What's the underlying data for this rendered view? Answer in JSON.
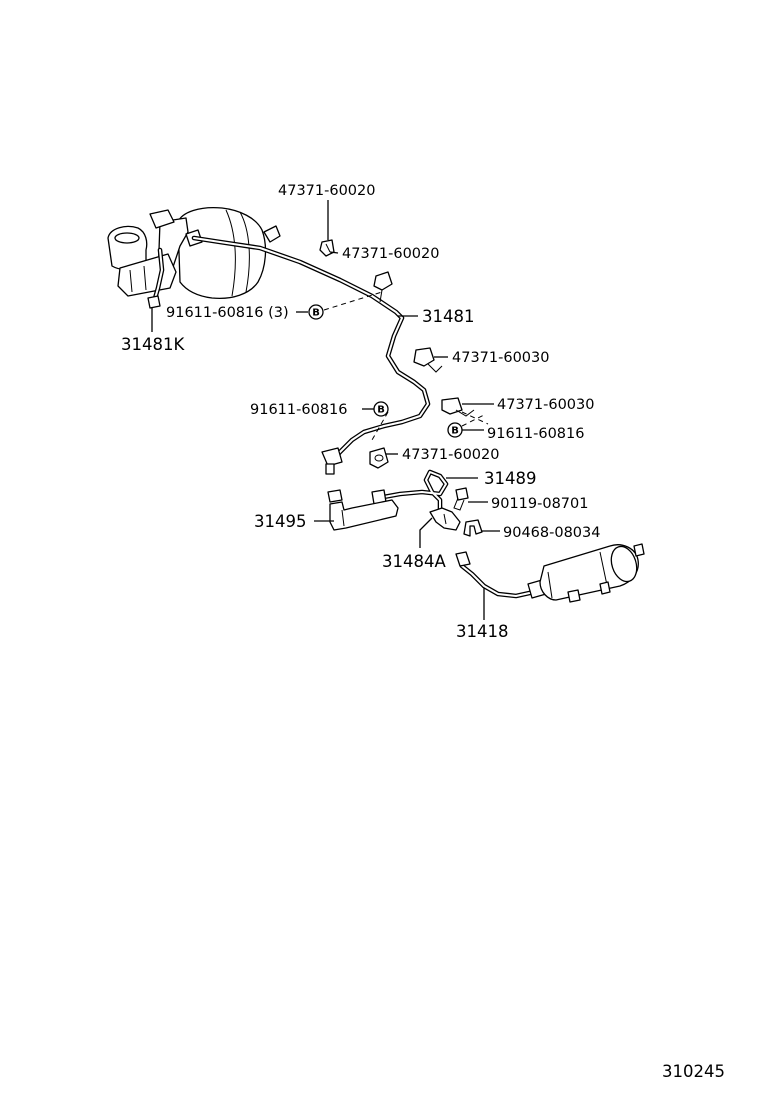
{
  "figure_id": "310245",
  "callouts": {
    "clamp_top": "47371-60020",
    "clamp_upper": "47371-60020",
    "bolt_left": "91611-60816 (3)",
    "tube_main": "31481",
    "tube_master": "31481K",
    "clamp_mid": "47371-60030",
    "clamp_mid2": "47371-60030",
    "bolt_mid": "91611-60816",
    "bolt_right": "91611-60816",
    "clamp_lower": "47371-60020",
    "tube_lower": "31489",
    "bolt_lower": "90119-08701",
    "bracket_left": "31495",
    "clip": "90468-08034",
    "bracket_small": "31484A",
    "hose": "31418"
  },
  "symbols": {
    "circled_b": "B"
  }
}
